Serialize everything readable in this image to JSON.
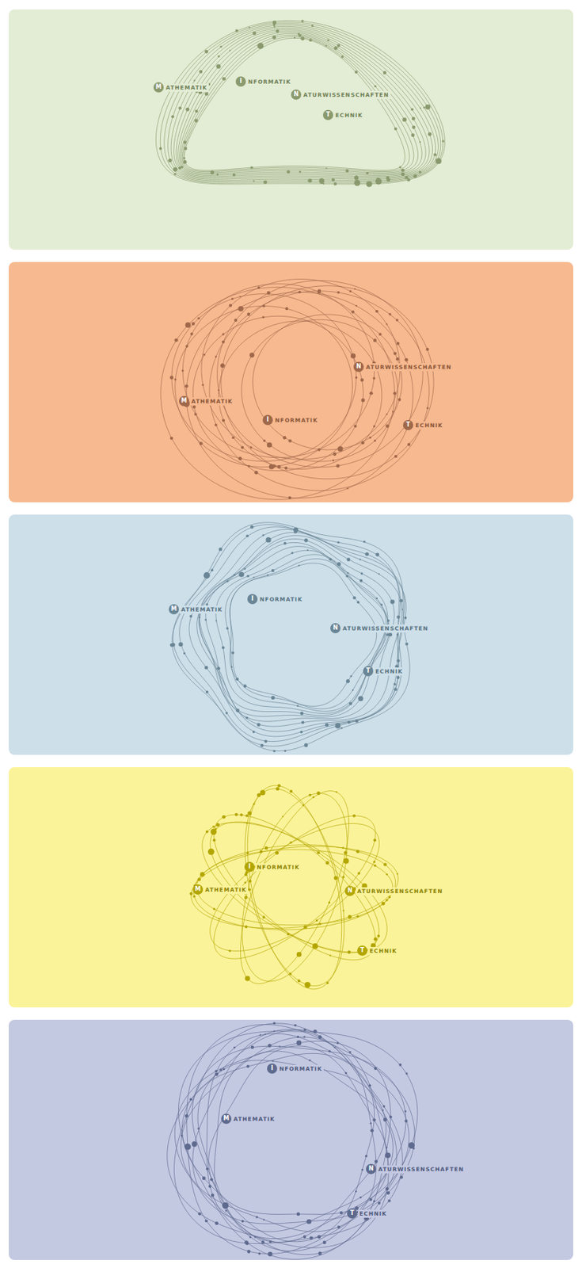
{
  "diagram": {
    "nodes": [
      {
        "text": [
          "M",
          "ATHEMATIK"
        ]
      },
      {
        "text": [
          "I",
          "NFORMATIK"
        ]
      },
      {
        "text": [
          "N",
          "ATURWISSENSCHAFTEN"
        ]
      },
      {
        "text": [
          "T",
          "ECHNIK"
        ]
      },
      {
        "text": [
          "N",
          "ATURWISSENSCHAFTEN"
        ]
      },
      {
        "text": [
          "M",
          "ATHEMATIK"
        ]
      },
      {
        "text": [
          "I",
          "NFORMATIK"
        ]
      },
      {
        "text": [
          "T",
          "ECHNIK"
        ]
      },
      {
        "text": [
          "I",
          "NFORMATIK"
        ]
      },
      {
        "text": [
          "M",
          "ATHEMATIK"
        ]
      },
      {
        "text": [
          "N",
          "ATURWISSENSCHAFTEN"
        ]
      },
      {
        "text": [
          "T",
          "ECHNIK"
        ]
      },
      {
        "text": [
          "I",
          "NFORMATIK"
        ]
      },
      {
        "text": [
          "M",
          "ATHEMATIK"
        ]
      },
      {
        "text": [
          "N",
          "ATURWISSENSCHAFTEN"
        ]
      },
      {
        "text": [
          "T",
          "ECHNIK"
        ]
      },
      {
        "text": [
          "I",
          "NFORMATIK"
        ]
      },
      {
        "text": [
          "M",
          "ATHEMATIK"
        ]
      },
      {
        "text": [
          "N",
          "ATURWISSENSCHAFTEN"
        ]
      },
      {
        "text": [
          "T",
          "ECHNIK"
        ]
      }
    ]
  }
}
